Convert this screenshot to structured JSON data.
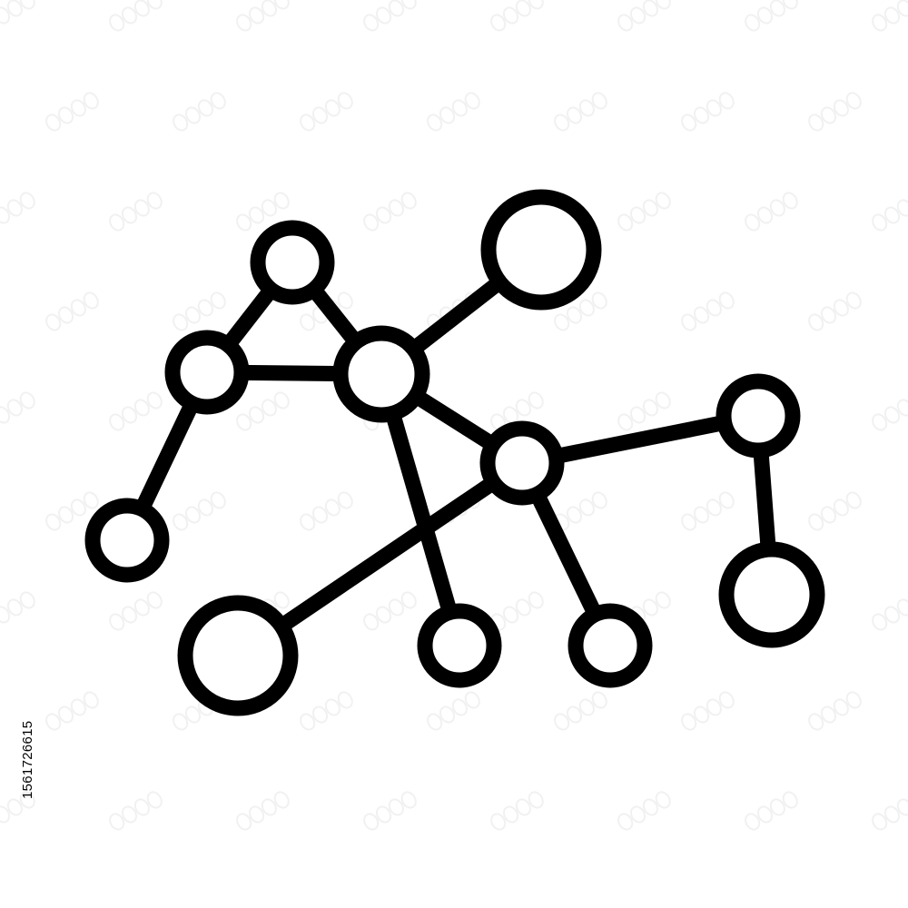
{
  "diagram": {
    "kind": "network",
    "stroke_color": "#000000",
    "fill_color": "#ffffff",
    "nodes": [
      {
        "id": "n-top-triangle"
      },
      {
        "id": "n-left-triangle"
      },
      {
        "id": "n-hub"
      },
      {
        "id": "n-upper-right-large"
      },
      {
        "id": "n-far-left"
      },
      {
        "id": "n-center-right"
      },
      {
        "id": "n-right"
      },
      {
        "id": "n-lower-right"
      },
      {
        "id": "n-bottom-left-large"
      },
      {
        "id": "n-bottom-middle"
      },
      {
        "id": "n-bottom-right"
      }
    ],
    "edges": [
      [
        "n-left-triangle",
        "n-top-triangle"
      ],
      [
        "n-top-triangle",
        "n-hub"
      ],
      [
        "n-left-triangle",
        "n-hub"
      ],
      [
        "n-hub",
        "n-upper-right-large"
      ],
      [
        "n-left-triangle",
        "n-far-left"
      ],
      [
        "n-hub",
        "n-center-right"
      ],
      [
        "n-hub",
        "n-bottom-middle"
      ],
      [
        "n-center-right",
        "n-bottom-left-large"
      ],
      [
        "n-center-right",
        "n-right"
      ],
      [
        "n-right",
        "n-lower-right"
      ],
      [
        "n-center-right",
        "n-bottom-right"
      ]
    ]
  },
  "stock_id": "1561726615"
}
